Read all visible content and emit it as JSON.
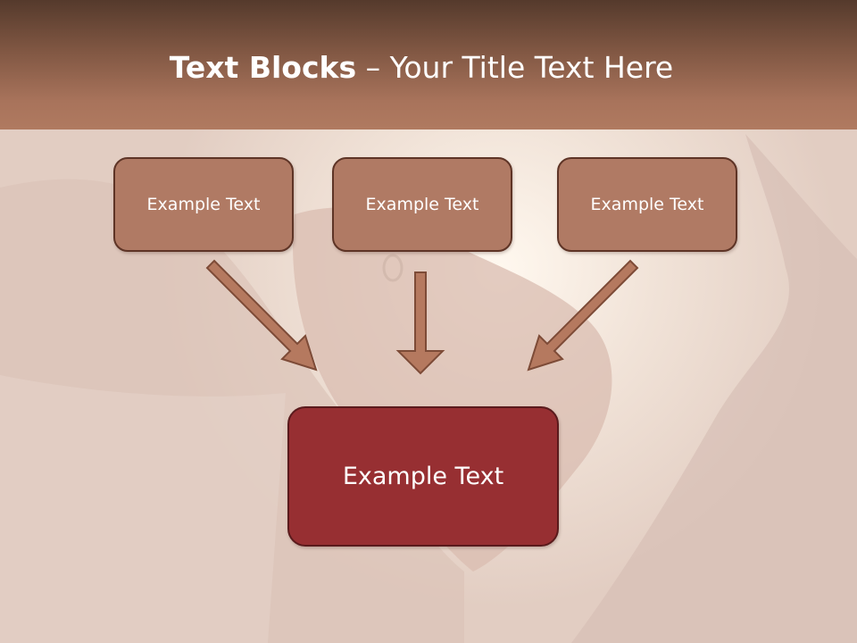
{
  "slide": {
    "title_bold": "Text Blocks",
    "title_rest": " – Your Title Text Here"
  },
  "blocks": {
    "top": [
      {
        "label": "Example Text"
      },
      {
        "label": "Example Text"
      },
      {
        "label": "Example Text"
      }
    ],
    "bottom": {
      "label": "Example Text"
    }
  },
  "colors": {
    "header_dark": "#553a2c",
    "header_light": "#b07a60",
    "block_fill": "#b07a64",
    "block_border": "#5e3426",
    "main_block_fill": "#972f32",
    "arrow_fill": "#b5795f",
    "background": "#eadbd2"
  }
}
